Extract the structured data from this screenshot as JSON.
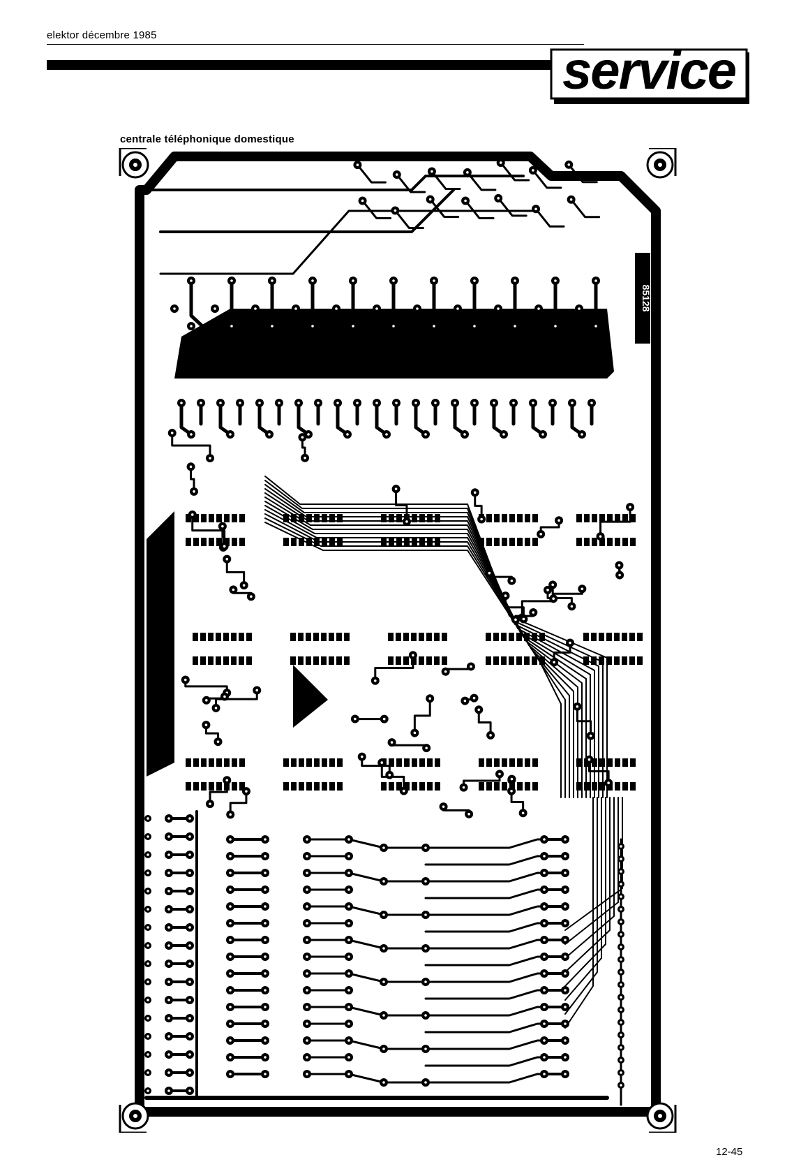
{
  "header": {
    "publication_line": "elektor décembre 1985",
    "logo_text": "service"
  },
  "figure": {
    "caption": "centrale téléphonique domestique",
    "board_code": "85128"
  },
  "footer": {
    "page_number": "12-45"
  }
}
